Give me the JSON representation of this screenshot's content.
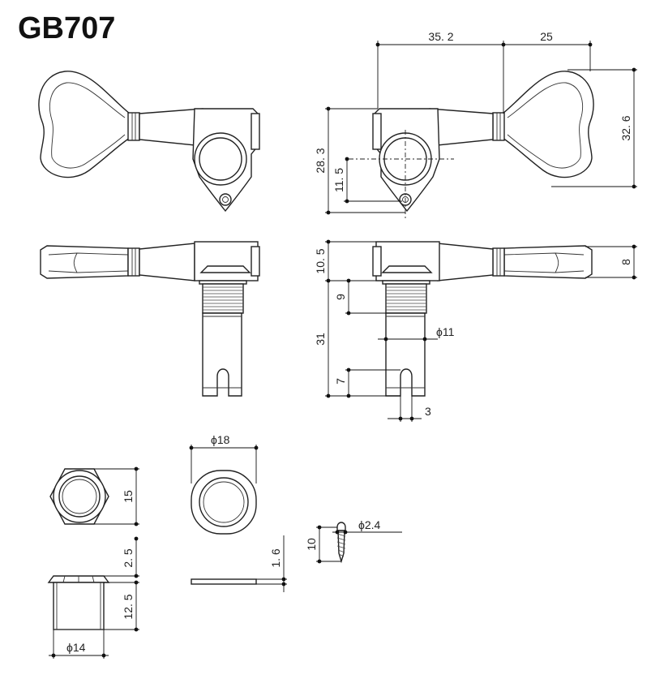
{
  "title": "GB707",
  "dimensions": {
    "d35_2": "35. 2",
    "d25": "25",
    "d32_6": "32. 6",
    "d28_3": "28. 3",
    "d11_5": "11. 5",
    "d10_5": "10. 5",
    "d8": "8",
    "d9": "9",
    "d11": "ϕ11",
    "d31": "31",
    "d7": "7",
    "d3": "3",
    "d18": "ϕ18",
    "d15": "15",
    "d2_5": "2. 5",
    "d12_5": "12. 5",
    "d14": "ϕ14",
    "d1_6": "1. 6",
    "d10": "10",
    "d2_4": "ϕ2.4"
  }
}
